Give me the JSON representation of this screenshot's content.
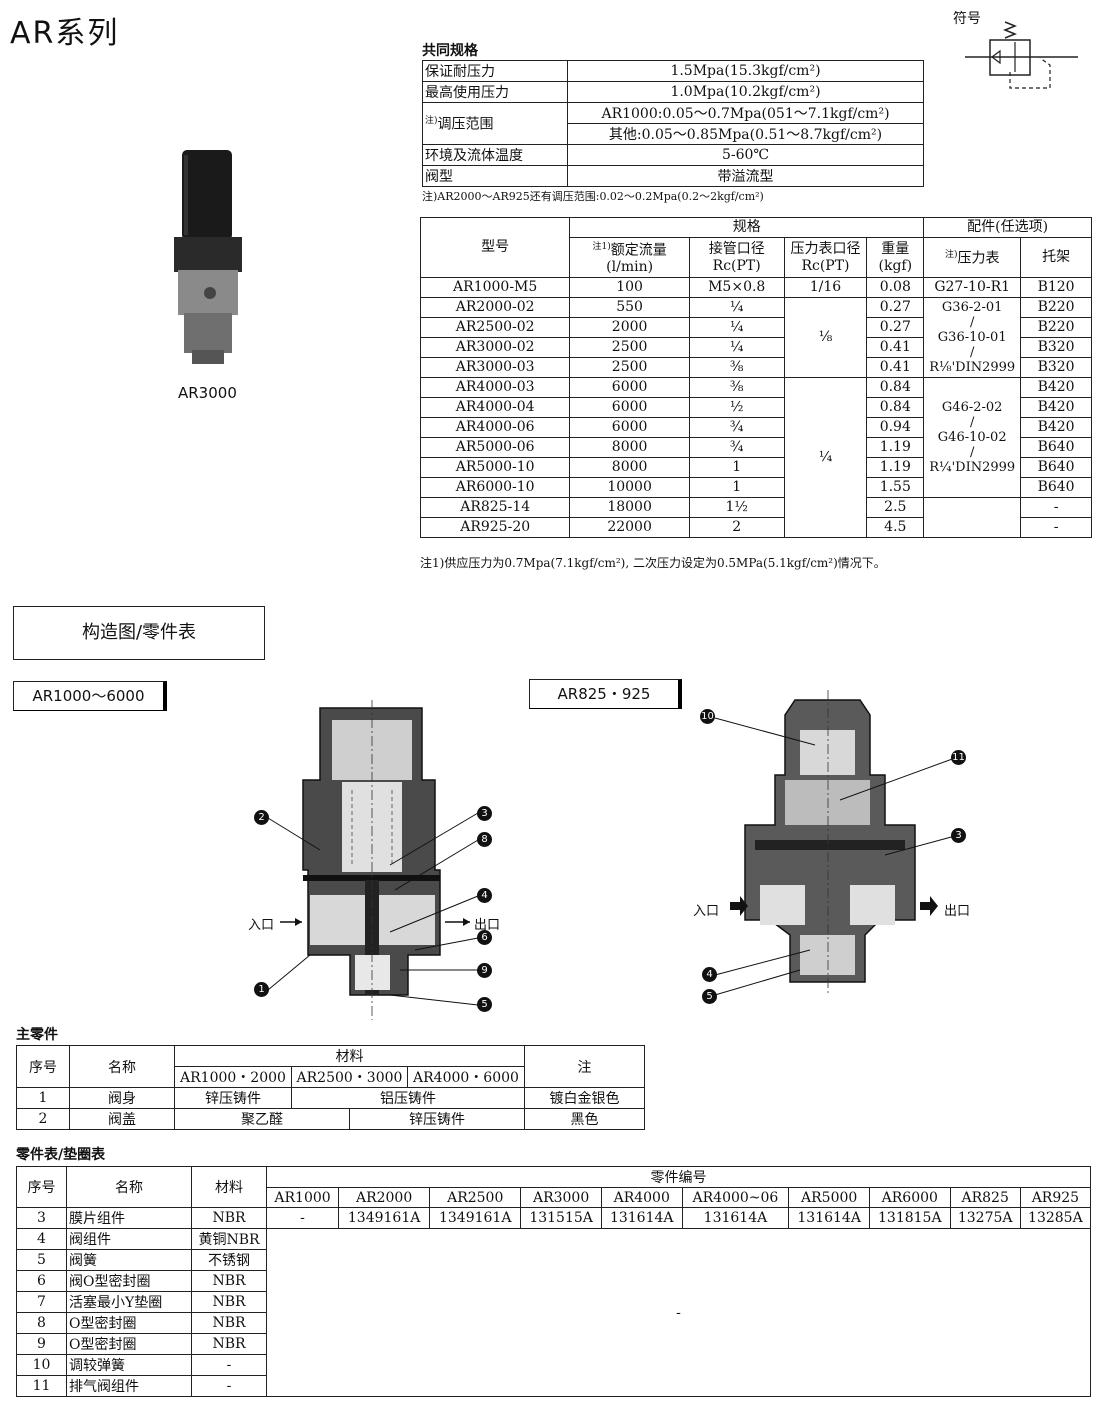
{
  "title": "AR系列",
  "symbol_label": "符号",
  "product_image_caption": "AR3000",
  "common_specs": {
    "heading": "共同规格",
    "rows": [
      {
        "label": "保证耐压力",
        "value": "1.5Mpa(15.3kgf/cm²)"
      },
      {
        "label": "最高使用压力",
        "value": "1.0Mpa(10.2kgf/cm²)"
      },
      {
        "label_note": "注)",
        "label": "调压范围",
        "values": [
          "AR1000:0.05～0.7Mpa(051～7.1kgf/cm²)",
          "其他:0.05～0.85Mpa(0.51～8.7kgf/cm²)"
        ]
      },
      {
        "label": "环境及流体温度",
        "value": "5-60℃"
      },
      {
        "label": "阀型",
        "value": "带溢流型"
      }
    ],
    "footnote": "注)AR2000～AR925还有调压范围:0.02～0.2Mpa(0.2～2kgf/cm²)"
  },
  "models_table": {
    "headers": {
      "model": "型号",
      "spec_group": "规格",
      "accessory_group": "配件(任选项)",
      "flow_note": "注1)",
      "flow": "额定流量",
      "flow_unit": "(l/min)",
      "port": "接管口径",
      "port_unit": "Rc(PT)",
      "gauge_port": "压力表口径",
      "gauge_port_unit": "Rc(PT)",
      "weight": "重量",
      "weight_unit": "(kgf)",
      "gauge_note": "注)",
      "gauge": "压力表",
      "bracket": "托架"
    },
    "rows": [
      {
        "model": "AR1000-M5",
        "flow": "100",
        "port": "M5×0.8",
        "weight": "0.08",
        "bracket": "B120"
      },
      {
        "model": "AR2000-02",
        "flow": "550",
        "port": "¼",
        "weight": "0.27",
        "bracket": "B220"
      },
      {
        "model": "AR2500-02",
        "flow": "2000",
        "port": "¼",
        "weight": "0.27",
        "bracket": "B220"
      },
      {
        "model": "AR3000-02",
        "flow": "2500",
        "port": "¼",
        "weight": "0.41",
        "bracket": "B320"
      },
      {
        "model": "AR3000-03",
        "flow": "2500",
        "port": "⅜",
        "weight": "0.41",
        "bracket": "B320"
      },
      {
        "model": "AR4000-03",
        "flow": "6000",
        "port": "⅜",
        "weight": "0.84",
        "bracket": "B420"
      },
      {
        "model": "AR4000-04",
        "flow": "6000",
        "port": "½",
        "weight": "0.84",
        "bracket": "B420"
      },
      {
        "model": "AR4000-06",
        "flow": "6000",
        "port": "¾",
        "weight": "0.94",
        "bracket": "B420"
      },
      {
        "model": "AR5000-06",
        "flow": "8000",
        "port": "¾",
        "weight": "1.19",
        "bracket": "B640"
      },
      {
        "model": "AR5000-10",
        "flow": "8000",
        "port": "1",
        "weight": "1.19",
        "bracket": "B640"
      },
      {
        "model": "AR6000-10",
        "flow": "10000",
        "port": "1",
        "weight": "1.55",
        "bracket": "B640"
      },
      {
        "model": "AR825-14",
        "flow": "18000",
        "port": "1½",
        "weight": "2.5",
        "bracket": "-"
      },
      {
        "model": "AR925-20",
        "flow": "22000",
        "port": "2",
        "weight": "4.5",
        "bracket": "-"
      }
    ],
    "gauge_port_groups": [
      "1/16",
      "⅛",
      "¼"
    ],
    "gauge_groups": [
      {
        "lines": [
          "G27-10-R1"
        ]
      },
      {
        "lines": [
          "G36-2-01",
          "/",
          "G36-10-01",
          "/",
          "R⅛'DIN2999"
        ]
      },
      {
        "lines": [
          "G46-2-02",
          "/",
          "G46-10-02",
          "/",
          "R¼'DIN2999"
        ]
      },
      {
        "lines": [
          ""
        ]
      }
    ],
    "footnote": "注1)供应压力为0.7Mpa(7.1kgf/cm²), 二次压力设定为0.5MPa(5.1kgf/cm²)情况下。"
  },
  "structure_section": {
    "heading": "构造图/零件表",
    "diagram_left_label": "AR1000～6000",
    "diagram_right_label": "AR825・925",
    "inlet": "入口",
    "outlet": "出口",
    "callouts_left": [
      "2",
      "3",
      "8",
      "4",
      "6",
      "9",
      "1",
      "5"
    ],
    "callouts_right": [
      "10",
      "11",
      "3",
      "4",
      "5"
    ]
  },
  "main_parts": {
    "heading": "主零件",
    "headers": {
      "no": "序号",
      "name": "名称",
      "material": "材料",
      "note": "注",
      "sub": [
        "AR1000・2000",
        "AR2500・3000",
        "AR4000・6000"
      ]
    },
    "rows": [
      {
        "no": "1",
        "name": "阀身",
        "m1": "锌压铸件",
        "m23": "铝压铸件",
        "note": "镀白金银色"
      },
      {
        "no": "2",
        "name": "阀盖",
        "m12": "聚乙醛",
        "m3": "锌压铸件",
        "note": "黑色"
      }
    ]
  },
  "parts_list": {
    "heading": "零件表/垫圈表",
    "headers": {
      "no": "序号",
      "name": "名称",
      "material": "材料",
      "part_no": "零件编号",
      "models": [
        "AR1000",
        "AR2000",
        "AR2500",
        "AR3000",
        "AR4000",
        "AR4000~06",
        "AR5000",
        "AR6000",
        "AR825",
        "AR925"
      ]
    },
    "first_row": {
      "no": "3",
      "name": "膜片组件",
      "material": "NBR",
      "codes": [
        "-",
        "1349161A",
        "1349161A",
        "131515A",
        "131614A",
        "131614A",
        "131614A",
        "131815A",
        "13275A",
        "13285A"
      ]
    },
    "rows": [
      {
        "no": "4",
        "name": "阀组件",
        "material": "黄铜NBR"
      },
      {
        "no": "5",
        "name": "阀簧",
        "material": "不锈钢"
      },
      {
        "no": "6",
        "name": "阀O型密封圈",
        "material": "NBR"
      },
      {
        "no": "7",
        "name": "活塞最小Y垫圈",
        "material": "NBR"
      },
      {
        "no": "8",
        "name": "O型密封圈",
        "material": "NBR"
      },
      {
        "no": "9",
        "name": "O型密封圈",
        "material": "NBR"
      },
      {
        "no": "10",
        "name": "调较弹簧",
        "material": "-"
      },
      {
        "no": "11",
        "name": "排气阀组件",
        "material": "-"
      }
    ],
    "merged_value": "-"
  }
}
